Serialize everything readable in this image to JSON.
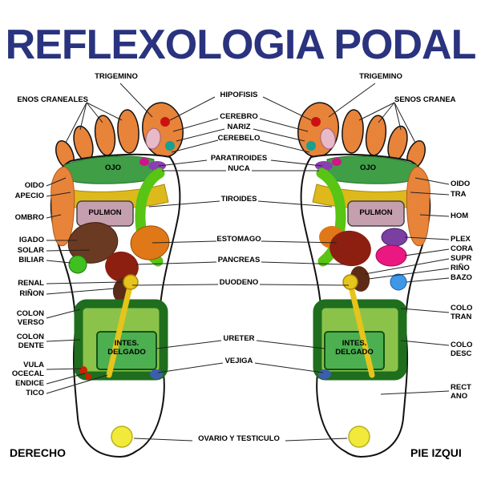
{
  "title": "REFLEXOLOGIA PODAL",
  "footer": {
    "left_foot_label": "DERECHO",
    "right_foot_label": "PIE IZQUI"
  },
  "top_labels": {
    "trigemino_left": "TRIGEMINO",
    "trigemino_right": "TRIGEMINO",
    "senos_craneales_left": "ENOS CRANEALES",
    "senos_craneales_right": "SENOS CRANEA"
  },
  "center_labels": [
    "HIPOFISIS",
    "CEREBRO",
    "NARIZ",
    "CEREBELO",
    "PARATIROIDES",
    "NUCA",
    "TIROIDES",
    "ESTOMAGO",
    "PANCREAS",
    "DUODENO",
    "URETER",
    "VEJIGA",
    "OVARIO Y TESTICULO"
  ],
  "left_labels": [
    "OIDO",
    "APECIO",
    "OMBRO",
    "IGADO",
    "SOLAR",
    "BILIAR",
    "RENAL",
    "RIÑON",
    "COLON",
    "VERSO",
    "COLON",
    "DENTE",
    "VULA",
    "OCECAL",
    "ENDICE",
    "TICO"
  ],
  "right_labels": [
    "OIDO",
    "TRA",
    "HOM",
    "PLEX",
    "CORA",
    "SUPR",
    "RIÑO",
    "BAZO",
    "COLO",
    "TRAN",
    "COLO",
    "DESC",
    "RECT",
    "ANO"
  ],
  "foot_labels": {
    "ojo": "OJO",
    "pulmon": "PULMON",
    "intestine_line1": "INTES.",
    "intestine_line2": "DELGADO"
  },
  "colors": {
    "title_navy": "#2a337e",
    "toe_orange": "#e8833a",
    "ojo_green": "#3f9e46",
    "trapecio_yellow": "#ddb91c",
    "pulmon_pink": "#c69fae",
    "tiroides_green": "#58c414",
    "estomago_orange": "#e07818",
    "higado_brown": "#6b3a22",
    "pancreas_dark_red": "#8c1f10",
    "rinon_brown": "#5c2a16",
    "vesicula_green": "#3fc020",
    "colon_dark_green": "#1e6e1e",
    "colon_light_green": "#8bc34a",
    "intestino_green": "#4caf50",
    "ciatico_yellow": "#e7c41c",
    "ovario_yellow": "#f2ea3a",
    "corazon_pink": "#ea1880",
    "bazo_blue": "#3f97e8",
    "plexo_purple": "#7a3fa0",
    "hipofisis_red": "#cc1111",
    "teal_point": "#18a090",
    "paratiroides_magenta": "#d0148a"
  }
}
